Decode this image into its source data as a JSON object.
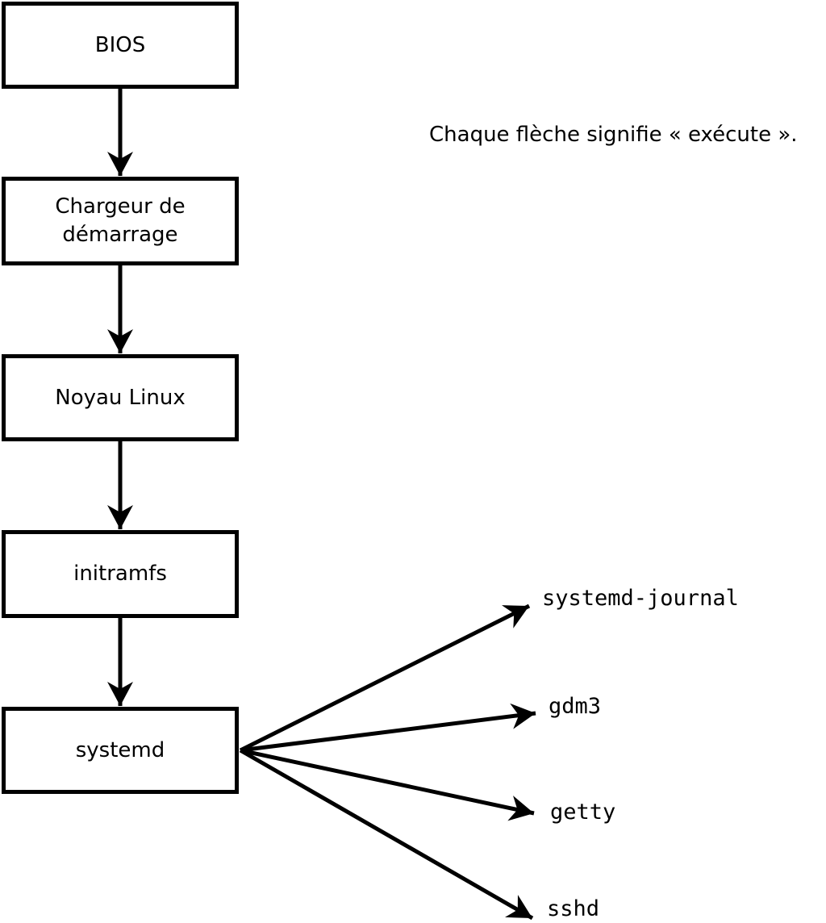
{
  "diagram": {
    "background_color": "#ffffff",
    "line_color": "#000000",
    "caption": "Chaque flèche signifie « exécute ».",
    "boxes": [
      {
        "id": "bios",
        "label": "BIOS"
      },
      {
        "id": "bootloader",
        "label": "Chargeur de\ndémarrage"
      },
      {
        "id": "kernel",
        "label": "Noyau Linux"
      },
      {
        "id": "initramfs",
        "label": "initramfs"
      },
      {
        "id": "systemd",
        "label": "systemd"
      }
    ],
    "processes": [
      {
        "id": "systemd-journal",
        "label": "systemd-journal"
      },
      {
        "id": "gdm3",
        "label": "gdm3"
      },
      {
        "id": "getty",
        "label": "getty"
      },
      {
        "id": "sshd",
        "label": "sshd"
      }
    ]
  }
}
